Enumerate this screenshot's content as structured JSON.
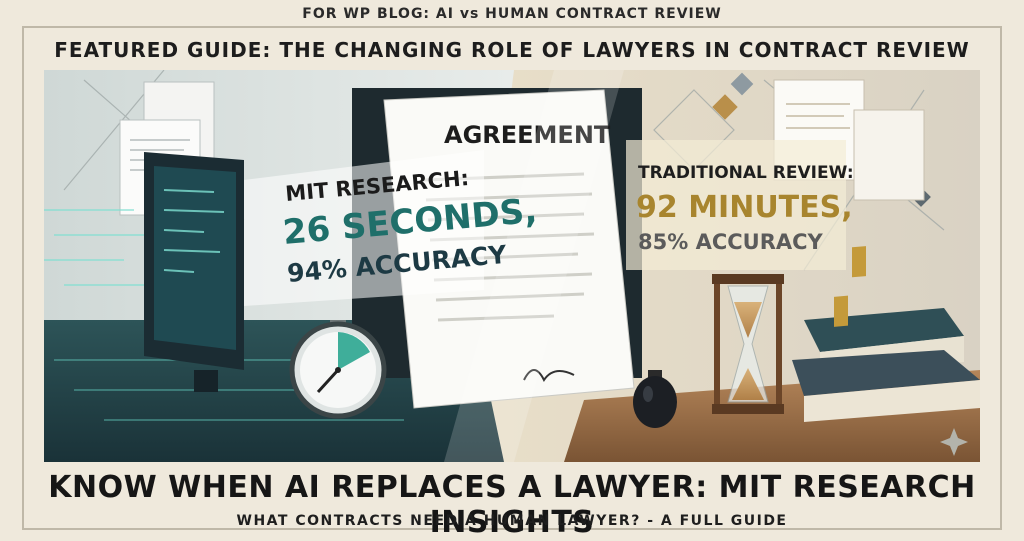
{
  "header": {
    "top_tag": "FOR WP BLOG: AI vs HUMAN CONTRACT REVIEW",
    "featured": "FEATURED GUIDE: THE CHANGING ROLE OF LAWYERS IN CONTRACT REVIEW"
  },
  "hero": {
    "document_title": "AGREEMENT",
    "ai_panel": {
      "line1": "MIT RESEARCH:",
      "line2": "26 SECONDS,",
      "line3": "94% ACCURACY"
    },
    "human_panel": {
      "line1": "TRADITIONAL REVIEW:",
      "line2": "92 MINUTES,",
      "line3": "85% ACCURACY"
    },
    "icons": [
      "computer-monitor-icon",
      "stopwatch-icon",
      "hourglass-icon",
      "inkwell-icon",
      "books-icon",
      "document-icon"
    ],
    "colors": {
      "ai_teal": "#1f6f6a",
      "ai_dark": "#1d3a44",
      "human_gold": "#a8852e",
      "human_gray": "#5b5b5b",
      "background": "#efe9dc"
    }
  },
  "footer": {
    "title": "KNOW WHEN AI REPLACES A LAWYER: MIT RESEARCH INSIGHTS",
    "subtitle": "WHAT CONTRACTS NEED A HUMAN LAWYER? - A FULL GUIDE"
  }
}
